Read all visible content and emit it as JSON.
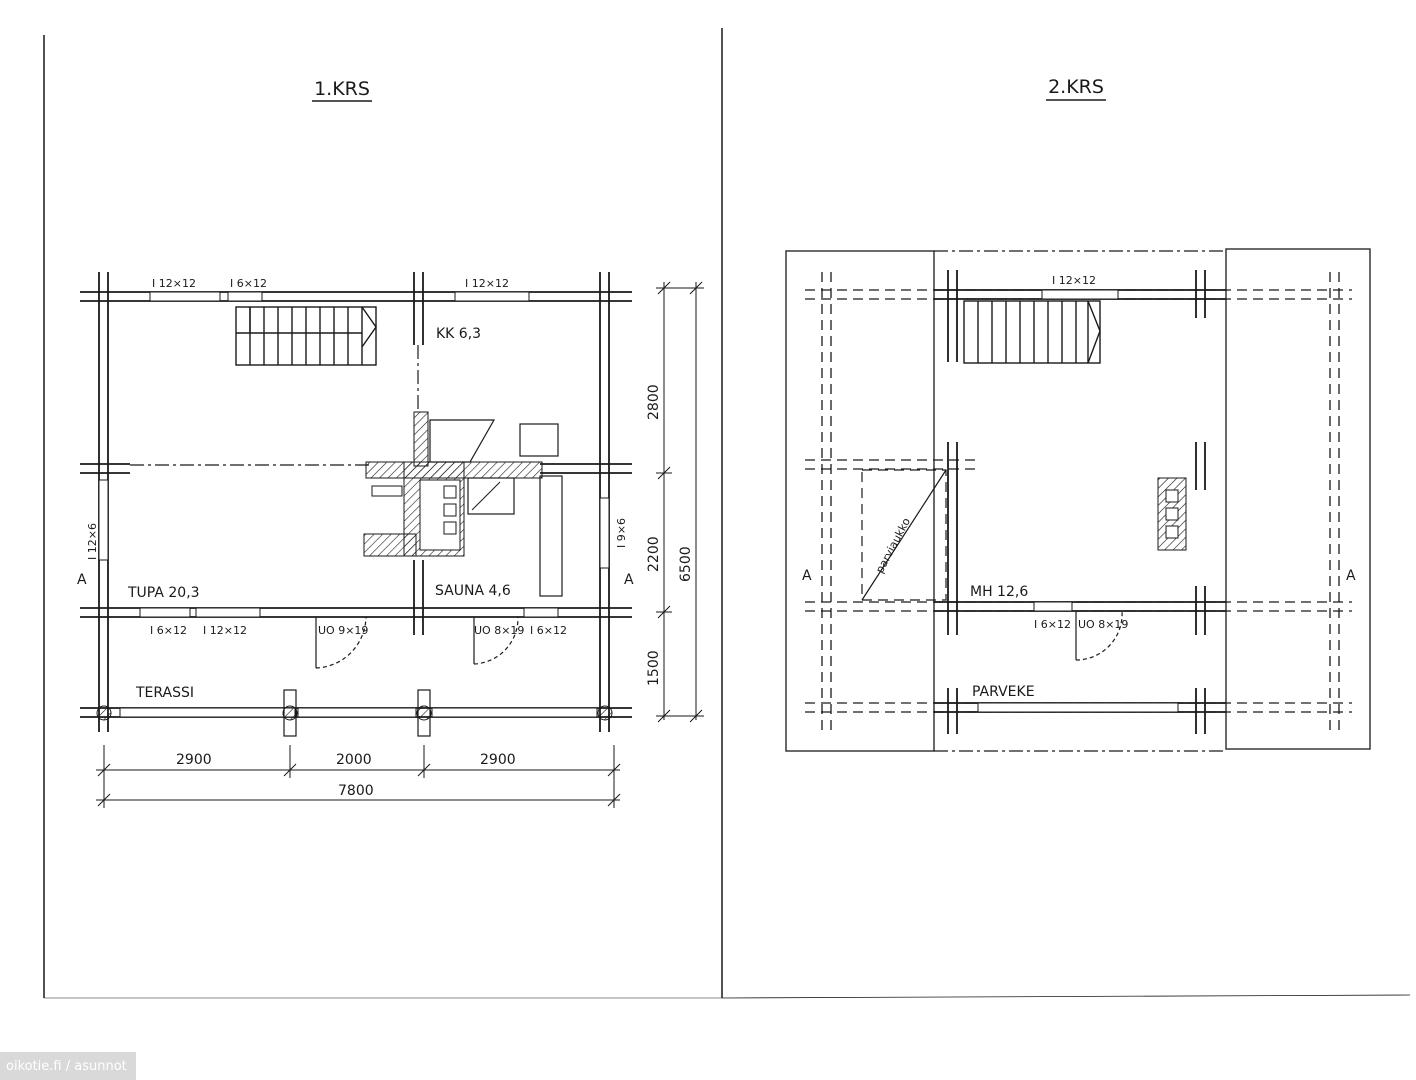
{
  "floor1": {
    "title": "1.KRS",
    "rooms": {
      "kk": "KK 6,3",
      "tupa": "TUPA 20,3",
      "sauna": "SAUNA 4,6",
      "terassi": "TERASSI"
    },
    "windows": {
      "top_1": "I 12×12",
      "top_2": "I 6×12",
      "top_3": "I 12×12",
      "left": "I 12×6",
      "right": "I 9×6",
      "bottom_1": "I 6×12",
      "bottom_2": "I 12×12",
      "bottom_3": "I 6×12"
    },
    "doors": {
      "d1": "UO 9×19",
      "d2": "UO 8×19"
    },
    "section_mark": "A",
    "dims_horizontal": [
      "2900",
      "2000",
      "2900"
    ],
    "dim_total_width": "7800",
    "dims_vertical": [
      "2800",
      "2200",
      "1500"
    ],
    "dim_total_height": "6500"
  },
  "floor2": {
    "title": "2.KRS",
    "rooms": {
      "mh": "MH 12,6",
      "parveke": "PARVEKE",
      "parviaukko": "parviaukko"
    },
    "windows": {
      "top": "I 12×12",
      "bottom": "I 6×12"
    },
    "doors": {
      "d1": "UO 8×19"
    },
    "section_mark": "A"
  },
  "watermark": "oikotie.fi / asunnot"
}
